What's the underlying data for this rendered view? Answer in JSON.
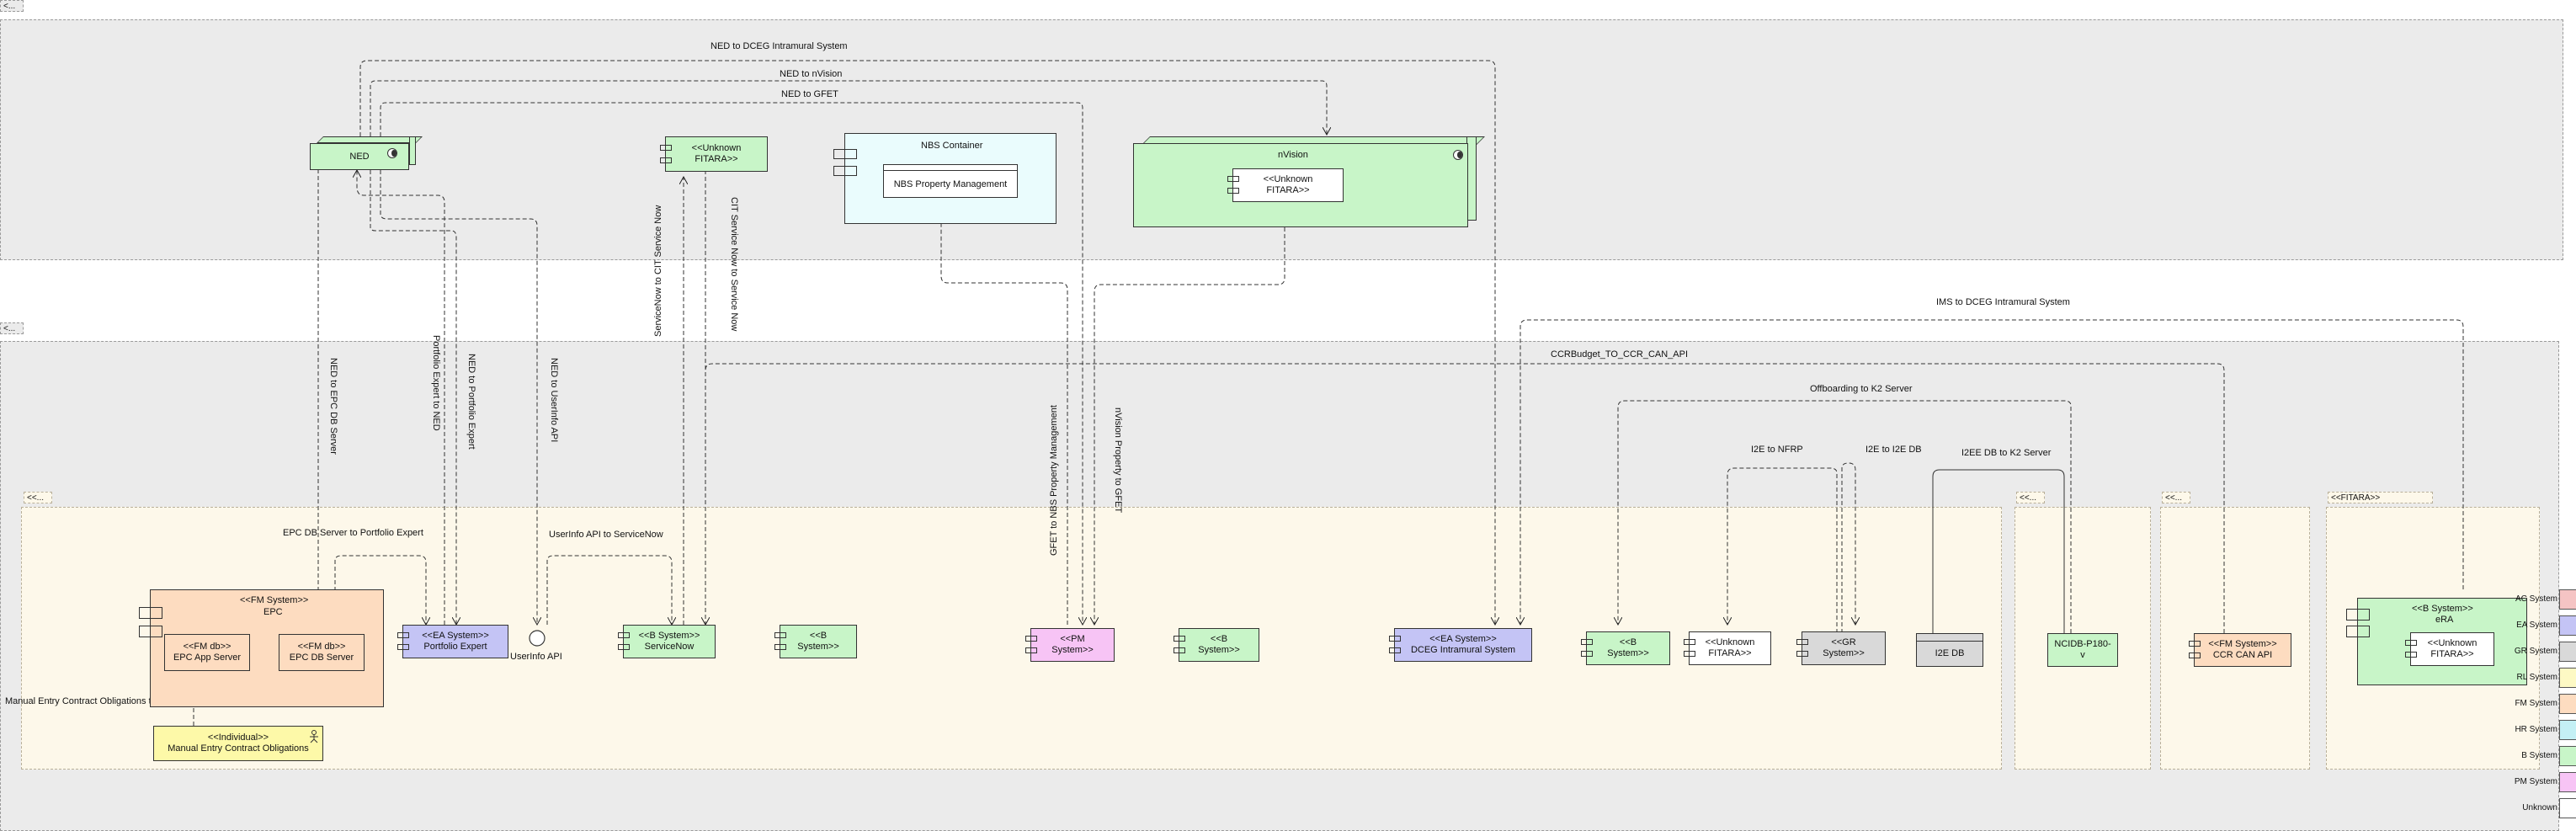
{
  "packages": {
    "top_tab": "<...",
    "mid_tab": "<...",
    "epc_tab": "<<...",
    "ncidb_tab": "<<...",
    "ccr_tab": "<<...",
    "fitara_tab": "<<FITARA>>"
  },
  "nodes": {
    "ned": "NED",
    "unknown_fitara_top": [
      "<<Unknown",
      "FITARA>>"
    ],
    "nbs_container": "NBS Container",
    "nbs_property": "NBS Property Management",
    "nvision": "nVision",
    "nvision_inner": [
      "<<Unknown",
      "FITARA>>"
    ],
    "fm_system_epc": [
      "<<FM System>>",
      "EPC"
    ],
    "epc_app_server": [
      "<<FM db>>",
      "EPC App Server"
    ],
    "epc_db_server": [
      "<<FM db>>",
      "EPC DB Server"
    ],
    "portfolio_expert": [
      "<<EA System>>",
      "Portfolio Expert"
    ],
    "userinfo_api": "UserInfo API",
    "servicenow": [
      "<<B System>>",
      "ServiceNow"
    ],
    "b_system_1": [
      "<<B",
      "System>>"
    ],
    "pm_system": [
      "<<PM",
      "System>>"
    ],
    "b_system_2": [
      "<<B",
      "System>>"
    ],
    "dceg": [
      "<<EA System>>",
      "DCEG Intramural System"
    ],
    "b_system_3": [
      "<<B",
      "System>>"
    ],
    "unknown_fitara_2": [
      "<<Unknown",
      "FITARA>>"
    ],
    "gr_system": [
      "<<GR",
      "System>>"
    ],
    "i2e_db": "I2E DB",
    "ncidb": [
      "NCIDB-P180-",
      "v"
    ],
    "ccr_can_api": [
      "<<FM System>>",
      "CCR CAN API"
    ],
    "era": [
      "<<B System>>",
      "eRA"
    ],
    "era_inner": [
      "<<Unknown",
      "FITARA>>"
    ],
    "manual_entry": [
      "<<Individual>>",
      "Manual Entry Contract Obligations"
    ]
  },
  "edges": {
    "ned_to_dceg": "NED to DCEG Intramural System",
    "ned_to_nvision": "NED to nVision",
    "ned_to_gfet": "NED to GFET",
    "ims_to_dceg": "IMS to DCEG Intramural System",
    "ccrbudget": "CCRBudget_TO_CCR_CAN_API",
    "offboarding": "Offboarding to K2 Server",
    "i2e_to_nfrp": "I2E to NFRP",
    "i2e_to_i2edb": "I2E to I2E DB",
    "i2ee_db_k2": "I2EE DB to K2 Server",
    "epc_db_to_pe": "EPC DB Server to Portfolio Expert",
    "userinfo_to_sn": "UserInfo API to ServiceNow",
    "manual_to_epc": "Manual Entry Contract Obligations to EPC App Server",
    "ned_to_epc_db": "NED to EPC DB Server",
    "pe_to_ned": "Portfolio Expert to NED",
    "ned_to_pe": "NED to Portfolio Expert",
    "ned_to_userinfo": "NED to UserInfo API",
    "sn_to_cit": "ServiceNow to CIT Service Now",
    "cit_to_sn": "CIT Service Now to Service Now",
    "gfet_to_nbs": "GFET to NBS Property Management",
    "nvision_to_gfet": "nVision Property to GFET"
  },
  "legend": [
    {
      "label": "AC System",
      "color": "#f5c4c4"
    },
    {
      "label": "EA System",
      "color": "#c4c4f5"
    },
    {
      "label": "GR System",
      "color": "#d9d9d9"
    },
    {
      "label": "RL System",
      "color": "#fdf9c4"
    },
    {
      "label": "FM System",
      "color": "#fddcc0"
    },
    {
      "label": "HR System",
      "color": "#c4f0f5"
    },
    {
      "label": "B System",
      "color": "#c8f5c8"
    },
    {
      "label": "PM System",
      "color": "#f7c4f5"
    },
    {
      "label": "Unknown",
      "color": "#ffffff"
    }
  ]
}
